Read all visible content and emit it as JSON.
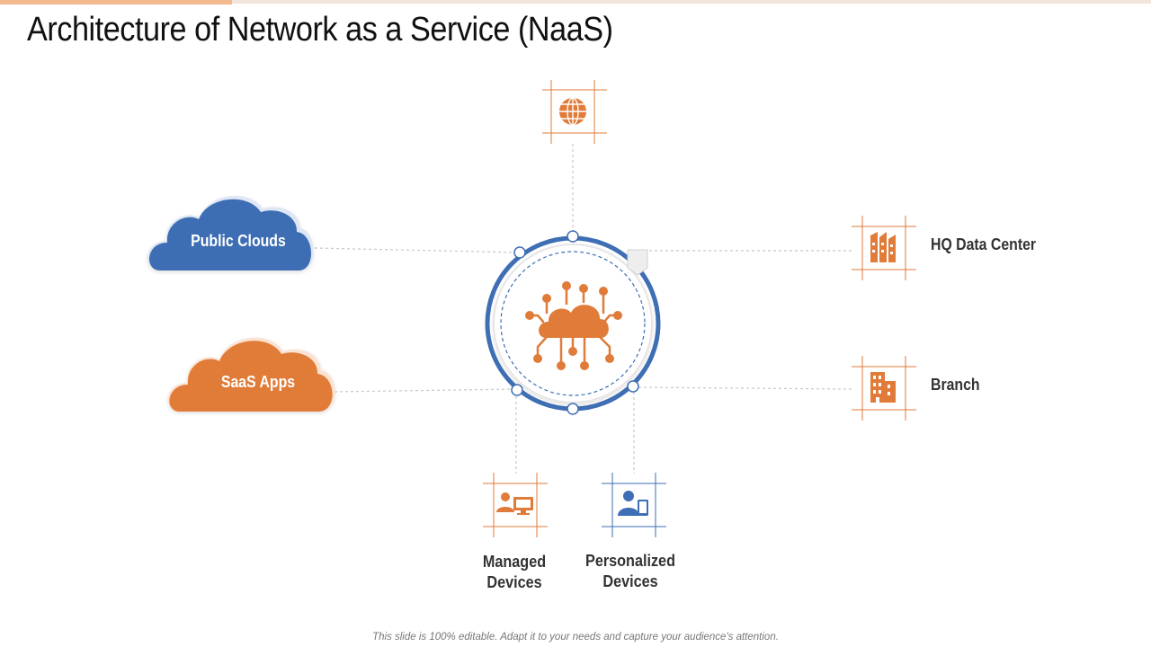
{
  "title": "Architecture of Network as a Service (NaaS)",
  "colors": {
    "orange": "#E07B39",
    "blue": "#3E6EB4",
    "connector": "#c8c8c8",
    "title": "#111111",
    "label": "#333333"
  },
  "center": {
    "icon": "cloud-network-icon"
  },
  "top_node": {
    "icon": "globe-icon"
  },
  "clouds": {
    "public": {
      "label": "Public Clouds",
      "color": "#3E6EB4"
    },
    "saas": {
      "label": "SaaS Apps",
      "color": "#E07B39"
    }
  },
  "right_nodes": {
    "hq": {
      "label": "HQ Data Center",
      "icon": "data-center-building-icon"
    },
    "branch": {
      "label": "Branch",
      "icon": "office-building-icon"
    }
  },
  "bottom_nodes": {
    "managed": {
      "label_line1": "Managed",
      "label_line2": "Devices",
      "icon": "user-desktop-icon"
    },
    "personalized": {
      "label_line1": "Personalized",
      "label_line2": "Devices",
      "icon": "user-mobile-icon"
    }
  },
  "footer": "This slide is 100% editable. Adapt it to your needs and capture your audience's attention."
}
